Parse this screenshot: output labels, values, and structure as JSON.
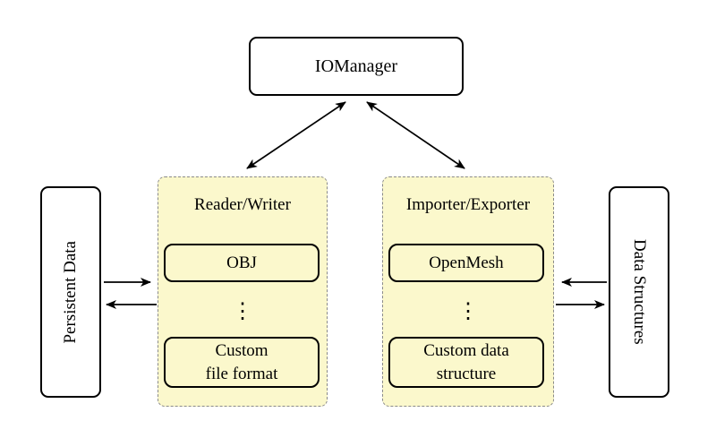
{
  "colors": {
    "background": "#FFFFFF",
    "group_fill": "#FBF8CC",
    "group_border": "#8A8A8A",
    "node_border": "#000000",
    "arrow": "#000000",
    "text": "#000000"
  },
  "nodes": {
    "iomanager": {
      "label": "IOManager"
    },
    "reader_writer": {
      "title": "Reader/Writer",
      "items": [
        "OBJ",
        "Custom\nfile format"
      ],
      "ellipsis": "⋮"
    },
    "importer_exporter": {
      "title": "Importer/Exporter",
      "items": [
        "OpenMesh",
        "Custom data\nstructure"
      ],
      "ellipsis": "⋮"
    },
    "persistent_data": {
      "label": "Persistent Data"
    },
    "data_structures": {
      "label": "Data Structures"
    }
  },
  "edges": [
    {
      "from": "iomanager",
      "to": "reader_writer",
      "style": "bidirectional-diagonal"
    },
    {
      "from": "iomanager",
      "to": "importer_exporter",
      "style": "bidirectional-diagonal"
    },
    {
      "from": "persistent_data",
      "to": "reader_writer",
      "style": "arrow-right"
    },
    {
      "from": "reader_writer",
      "to": "persistent_data",
      "style": "arrow-left"
    },
    {
      "from": "data_structures",
      "to": "importer_exporter",
      "style": "arrow-left"
    },
    {
      "from": "importer_exporter",
      "to": "data_structures",
      "style": "arrow-right"
    }
  ]
}
